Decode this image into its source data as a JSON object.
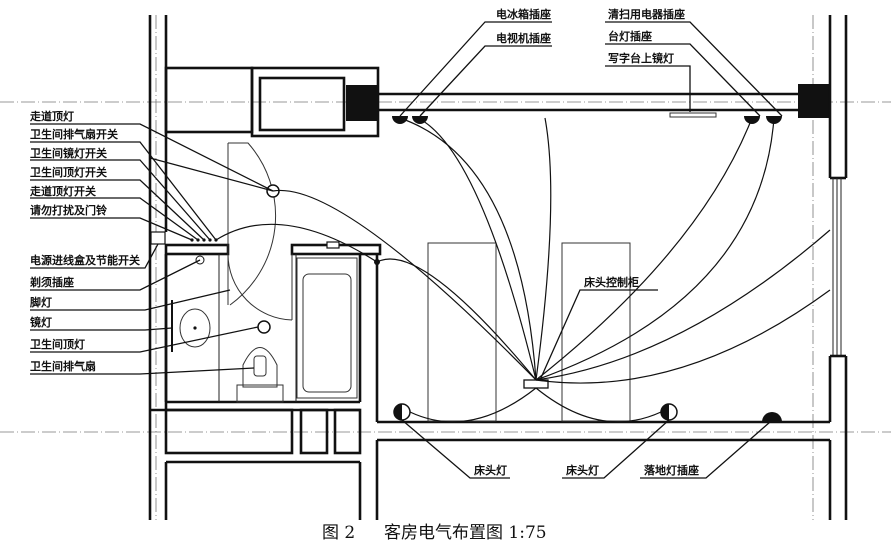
{
  "caption": {
    "figure_no": "图 2",
    "title": "客房电气布置图 1:75"
  },
  "labels_left": [
    "走道顶灯",
    "卫生间排气扇开关",
    "卫生间镜灯开关",
    "卫生间顶灯开关",
    "走道顶灯开关",
    "请勿打扰及门铃",
    "电源进线盒及节能开关",
    "剃须插座",
    "脚灯",
    "镜灯",
    "卫生间顶灯",
    "卫生间排气扇"
  ],
  "labels_top": [
    "电冰箱插座",
    "电视机插座",
    "清扫用电器插座",
    "台灯插座",
    "写字台上镜灯"
  ],
  "labels_bottom": [
    "床头灯",
    "床头灯",
    "落地灯插座"
  ],
  "label_center": "床头控制柜",
  "colors": {
    "line": "#111111",
    "background": "#ffffff"
  }
}
